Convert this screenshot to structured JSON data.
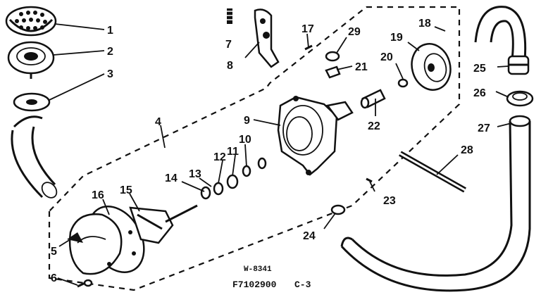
{
  "callouts": [
    "1",
    "2",
    "3",
    "4",
    "5",
    "6",
    "7",
    "8",
    "9",
    "10",
    "11",
    "12",
    "13",
    "14",
    "15",
    "16",
    "17",
    "18",
    "19",
    "20",
    "21",
    "22",
    "23",
    "24",
    "25",
    "26",
    "27",
    "28",
    "29"
  ],
  "drawing_code": "W-8341",
  "part_number": "F7102900",
  "section": "C-3"
}
